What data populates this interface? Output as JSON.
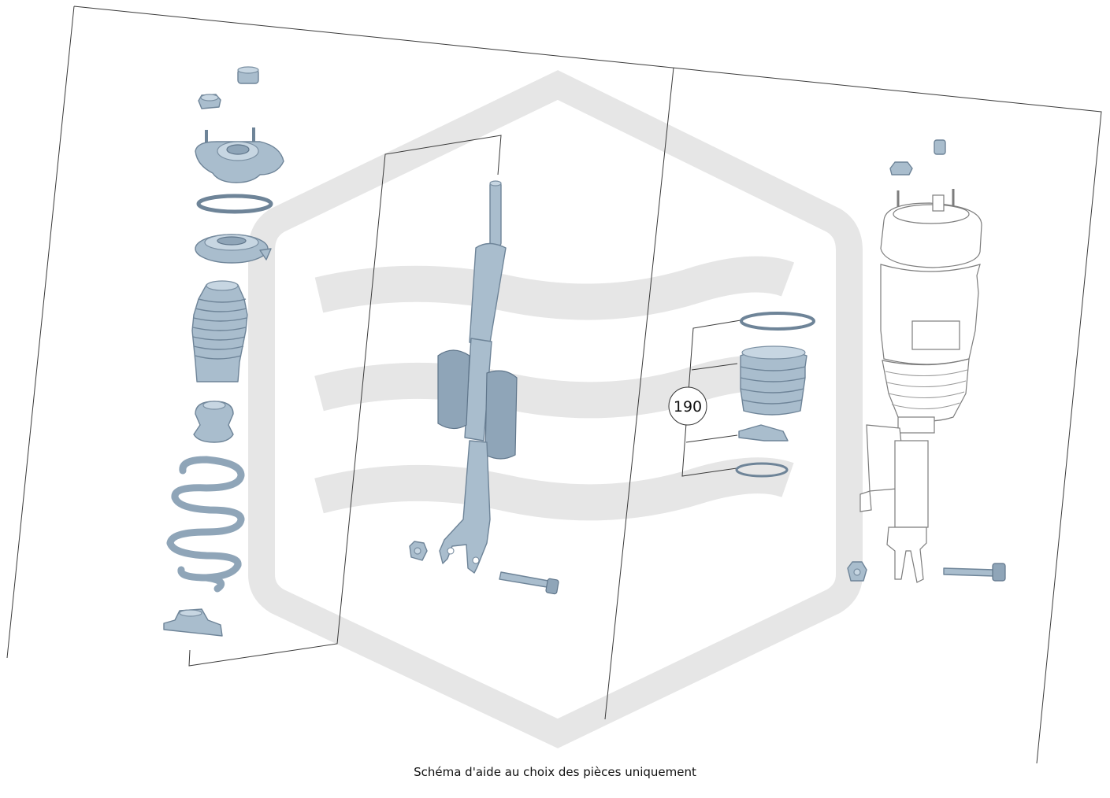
{
  "caption": "Schéma d'aide au choix des pièces uniquement",
  "callouts": [
    {
      "id": "group-190",
      "label": "190"
    }
  ],
  "colors": {
    "part_fill": "#a9bdcd",
    "part_stroke": "#6e8498",
    "watermark": "#e6e6e6",
    "frame_line": "#3a3a3a"
  },
  "parts": [
    "top-nut-small",
    "top-nut",
    "strut-top-mount",
    "mount-washer",
    "spring-upper-seat",
    "dust-boot",
    "bump-stop",
    "coil-spring",
    "spring-lower-seat",
    "shock-absorber",
    "strut-nut",
    "strut-bolt",
    "air-strut-nut-small",
    "air-strut-nut",
    "ring-seal-upper",
    "air-bellows-boot",
    "boot-clip",
    "ring-seal-lower",
    "air-suspension-strut",
    "air-strut-nut-lower",
    "air-strut-bolt"
  ]
}
